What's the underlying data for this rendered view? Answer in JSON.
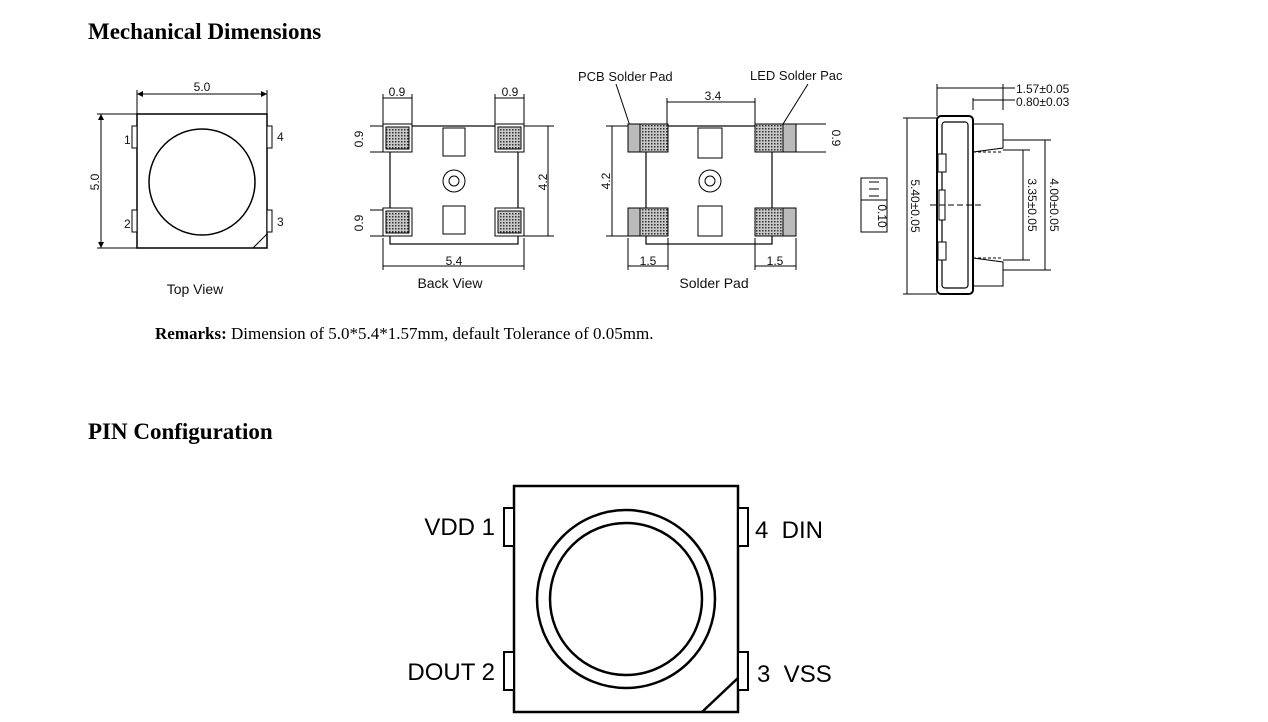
{
  "mechanical": {
    "title": "Mechanical  Dimensions",
    "top_view": {
      "caption": "Top View",
      "width": "5.0",
      "height": "5.0",
      "pin1": "1",
      "pin2": "2",
      "pin3": "3",
      "pin4": "4"
    },
    "back_view": {
      "caption": "Back View",
      "pad_w_left": "0.9",
      "pad_w_right": "0.9",
      "pad_h_top": "0.9",
      "pad_h_bottom": "0.9",
      "height": "4.2",
      "width": "5.4"
    },
    "solder_pad": {
      "caption": "Solder Pad",
      "pcb_label": "PCB Solder Pad",
      "led_label": "LED Solder Pac",
      "spacing": "3.4",
      "height": "4.2",
      "pad_h": "0.9",
      "left_w": "1.5",
      "right_w": "1.5"
    },
    "side_view": {
      "thickness": "1.57±0.05",
      "lens": "0.80±0.03",
      "length": "5.40±0.05",
      "inner": "3.35±0.05",
      "outer": "4.00±0.05",
      "small": "0.10"
    }
  },
  "remarks": {
    "label": "Remarks:",
    "text": " Dimension of 5.0*5.4*1.57mm, default Tolerance of 0.05mm."
  },
  "pin_config": {
    "title": "PIN Configuration",
    "pins": {
      "vdd": "VDD 1",
      "dout": "DOUT 2",
      "din": "4  DIN",
      "vss": "3  VSS"
    }
  }
}
